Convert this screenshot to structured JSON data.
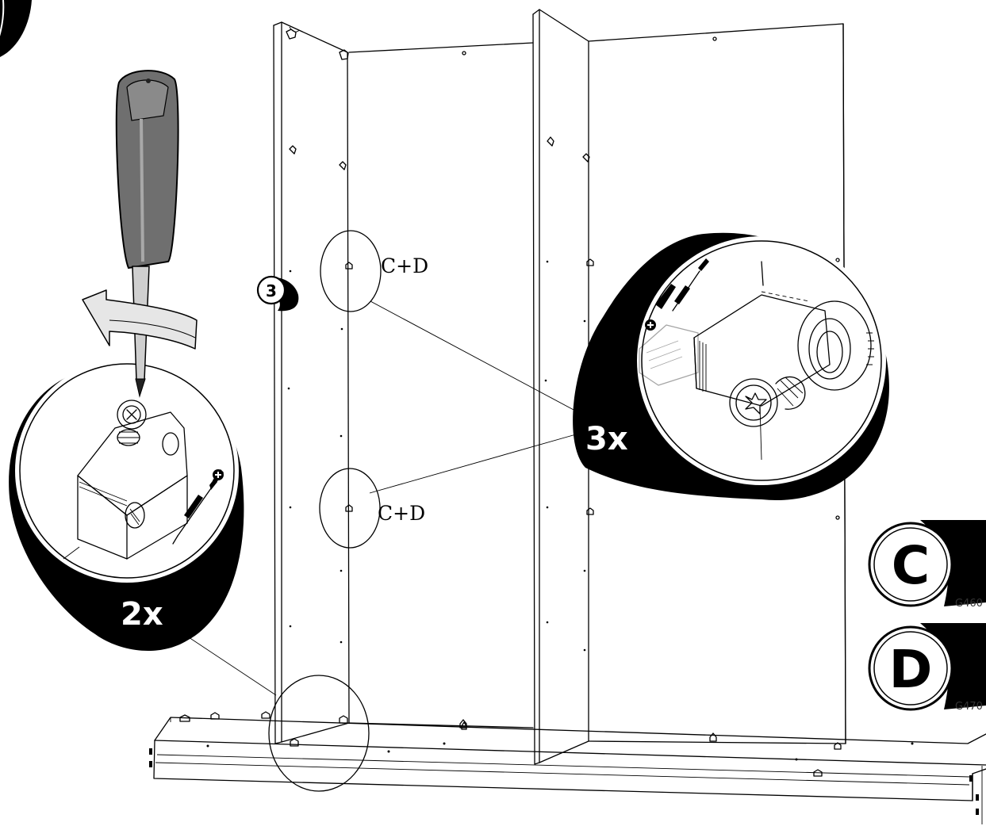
{
  "step": {
    "number": "3"
  },
  "callouts": {
    "upper_label": "C+D",
    "lower_label": "C+D",
    "left_detail_qty": "2x",
    "right_detail_qty": "3x"
  },
  "parts": [
    {
      "letter": "C",
      "code": "G460"
    },
    {
      "letter": "D",
      "code": "G470"
    }
  ],
  "colors": {
    "ink": "#000000",
    "paper": "#ffffff",
    "screwdriver_handle": "#6f6f6f",
    "arrow_fill": "#e6e6e6"
  }
}
